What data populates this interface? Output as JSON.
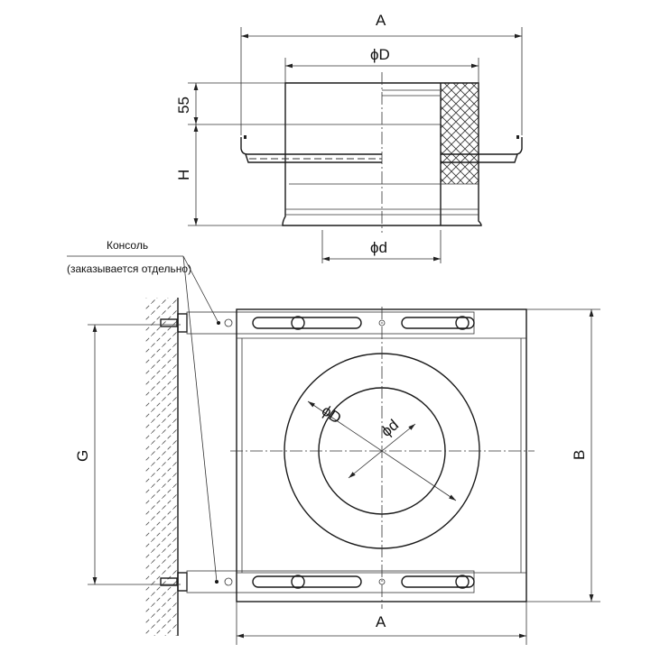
{
  "labels": {
    "a_top": "A",
    "phi_D_top": "ϕD",
    "dim_55": "55",
    "dim_H": "H",
    "phi_d_top": "ϕd",
    "console": "Консоль",
    "console_note": "(заказывается отдельно)",
    "dim_G": "G",
    "dim_B": "B",
    "a_bottom": "A",
    "phi_D_plan": "ϕD",
    "phi_d_plan": "ϕd"
  }
}
